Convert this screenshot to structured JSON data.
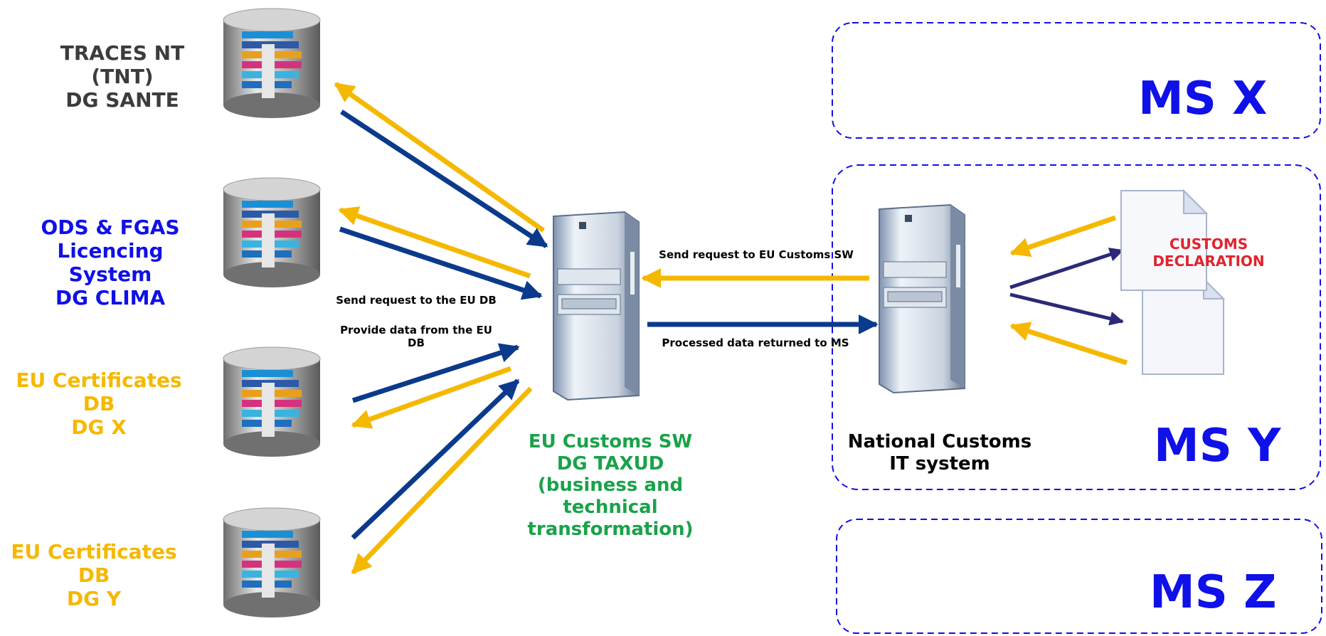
{
  "colors": {
    "blue_arrow": "#0b3a8c",
    "yellow_arrow": "#f5b800",
    "ms_blue": "#1010e8",
    "green": "#1aa24a",
    "label_gray": "#3c3c3c",
    "label_yellow": "#f5b800",
    "doc_red": "#e0242e"
  },
  "databases": [
    {
      "name": "traces-nt",
      "lines": [
        "TRACES NT",
        "(TNT)",
        "DG SANTE"
      ],
      "color": "#3c3c3c",
      "icon": "database-icon"
    },
    {
      "name": "ods-fgas",
      "lines": [
        "ODS & FGAS",
        "Licencing",
        "System",
        "DG CLIMA"
      ],
      "color": "#1010e8",
      "icon": "database-icon"
    },
    {
      "name": "eu-cert-x",
      "lines": [
        "EU Certificates",
        "DB",
        "DG X"
      ],
      "color": "#f5b800",
      "icon": "database-icon"
    },
    {
      "name": "eu-cert-y",
      "lines": [
        "EU Certificates",
        "DB",
        "DG Y"
      ],
      "color": "#f5b800",
      "icon": "database-icon"
    }
  ],
  "flow_labels": {
    "send_request_db": "Send request to the EU DB",
    "provide_data_line1": "Provide data from the EU",
    "provide_data_line2": "DB",
    "send_request_sw": "Send request to EU Customs SW",
    "processed_data": "Processed data returned to MS"
  },
  "eu_sw": {
    "lines": [
      "EU Customs SW",
      "DG TAXUD",
      "(business and",
      "technical",
      "transformation)"
    ],
    "icon": "server-icon"
  },
  "national": {
    "lines": [
      "National Customs",
      "IT system"
    ],
    "icon": "server-icon"
  },
  "document": {
    "lines": [
      "CUSTOMS",
      "DECLARATION"
    ],
    "icon": "document-icon"
  },
  "member_states": {
    "x": "MS X",
    "y": "MS Y",
    "z": "MS Z"
  }
}
